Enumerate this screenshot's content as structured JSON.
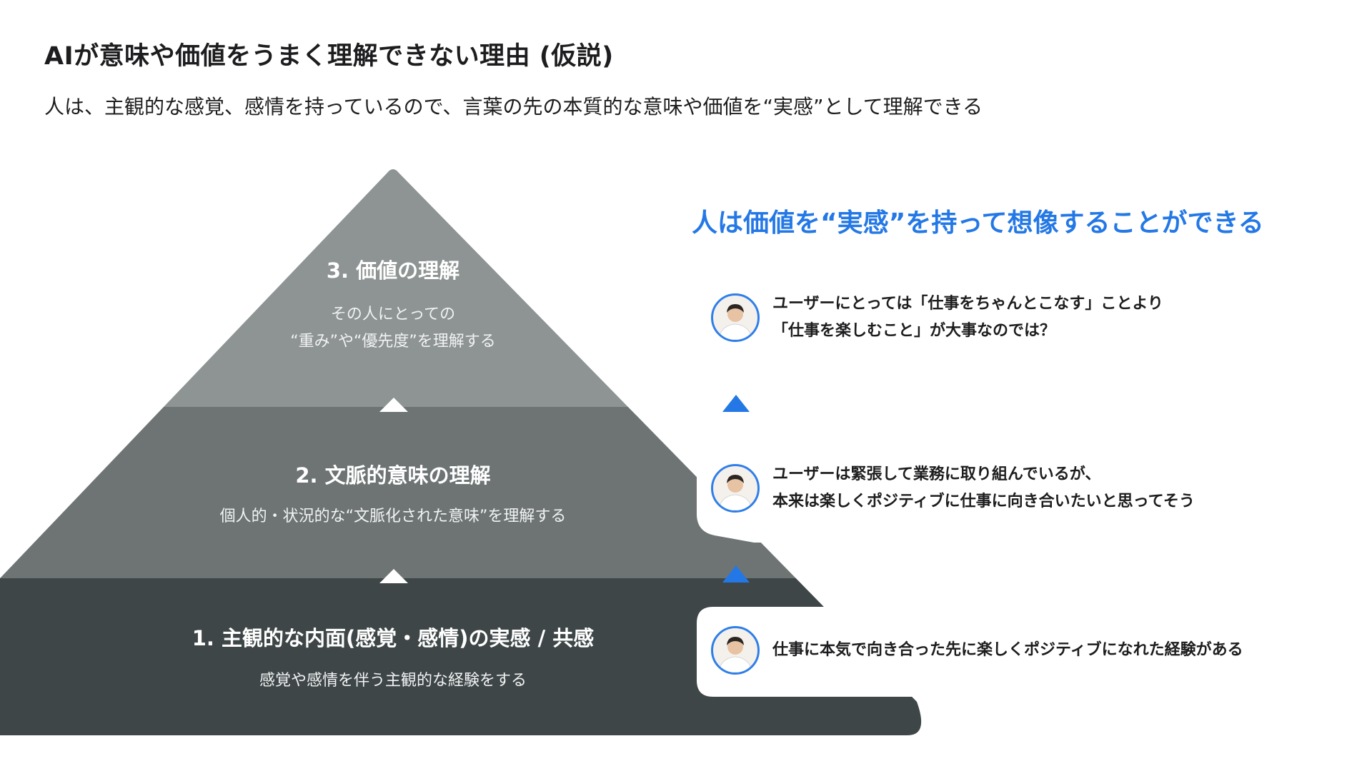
{
  "header": {
    "title": "AIが意味や価値をうまく理解できない理由 (仮説)",
    "subtitle": "人は、主観的な感覚、感情を持っているので、言葉の先の本質的な意味や価値を“実感”として理解できる"
  },
  "pyramid": {
    "levels": [
      {
        "title": "3. 価値の理解",
        "desc_line1": "その人にとっての",
        "desc_line2": "“重み”や“優先度”を理解する"
      },
      {
        "title": "2. 文脈的意味の理解",
        "desc_line1": "個人的・状況的な“文脈化された意味”を理解する"
      },
      {
        "title": "1. 主観的な内面(感覚・感情)の実感 / 共感",
        "desc_line1": "感覚や感情を伴う主観的な経験をする"
      }
    ],
    "colors": {
      "top": "#8e9393",
      "middle": "#6e7474",
      "bottom": "#3e4647",
      "arrow_white": "#ffffff",
      "arrow_blue": "#2478e6"
    }
  },
  "right": {
    "heading": "人は価値を“実感”を持って想像することができる",
    "comments": [
      {
        "line1": "ユーザーにとっては「仕事をちゃんとこなす」ことより",
        "line2": "「仕事を楽しむこと」が大事なのでは？"
      },
      {
        "line1": "ユーザーは緊張して業務に取り組んでいるが、",
        "line2": "本来は楽しくポジティブに仕事に向き合いたいと思ってそう"
      },
      {
        "line1": "仕事に本気で向き合った先に楽しくポジティブになれた経験がある"
      }
    ]
  }
}
